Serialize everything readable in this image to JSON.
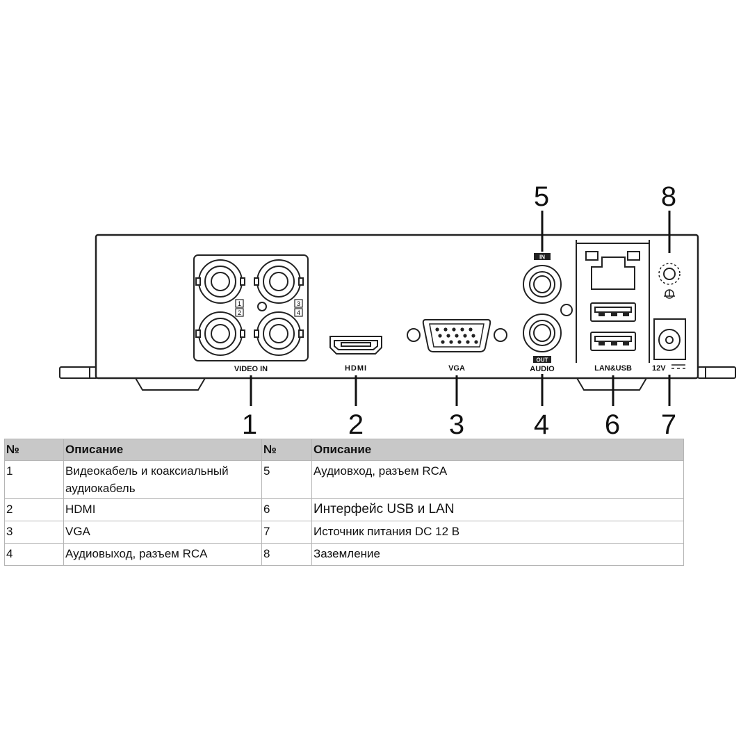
{
  "diagram": {
    "callouts": [
      "1",
      "2",
      "3",
      "4",
      "5",
      "6",
      "7",
      "8"
    ],
    "port_labels": {
      "video_in": "VIDEO IN",
      "hdmi": "HDMI",
      "vga": "VGA",
      "audio": "AUDIO",
      "audio_in_tag": "IN",
      "audio_out_tag": "OUT",
      "lan_usb": "LAN&USB",
      "power": "12V",
      "bnc_numbers": [
        "1",
        "2",
        "3",
        "4"
      ]
    },
    "icons": [
      "bnc-connector-icon",
      "hdmi-port-icon",
      "vga-port-icon",
      "rca-jack-icon",
      "rj45-port-icon",
      "usb-port-icon",
      "dc-power-jack-icon",
      "ground-icon"
    ]
  },
  "table": {
    "headers": [
      "№",
      "Описание",
      "№",
      "Описание"
    ],
    "rows": [
      [
        "1",
        "Видеокабель и коаксиальный аудиокабель",
        "5",
        "Аудиовход, разъем RCA"
      ],
      [
        "2",
        "HDMI",
        "6",
        "Интерфейс USB и LAN"
      ],
      [
        "3",
        "VGA",
        "7",
        "Источник питания DC 12 В"
      ],
      [
        "4",
        "Аудиовыход, разъем RCA",
        "8",
        "Заземление"
      ]
    ]
  }
}
